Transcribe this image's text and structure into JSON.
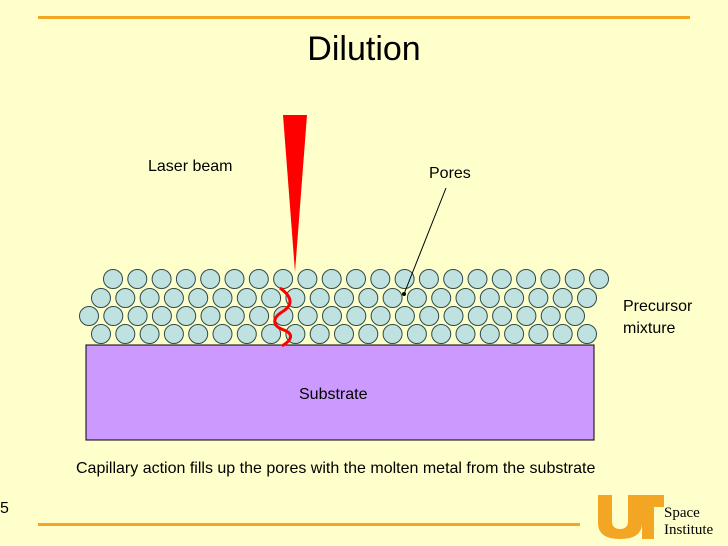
{
  "slide": {
    "title": "Dilution",
    "slide_number": "5"
  },
  "diagram": {
    "laser_label": "Laser beam",
    "pores_label": "Pores",
    "precursor_label_line1": "Precursor",
    "precursor_label_line2": "mixture",
    "substrate_label": "Substrate",
    "caption": "Capillary action fills up the pores with the molten metal from the substrate"
  },
  "logo": {
    "line1": "Space",
    "line2": "Institute"
  },
  "colors": {
    "background": "#FFFFCC",
    "accent_rule": "#F2A623",
    "particle_fill": "#BFE1DF",
    "substrate_fill": "#CC99FF",
    "laser": "#FF0000",
    "logo_orange": "#F2A623"
  }
}
